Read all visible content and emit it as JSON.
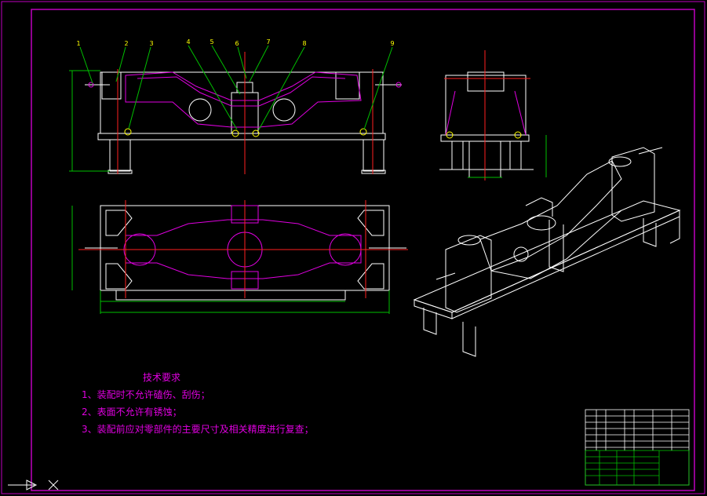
{
  "drawing": {
    "background": "#000000",
    "frame_color": "#c000c0",
    "line_color": "#ffffff",
    "part_color": "#e000e0",
    "dim_color": "#00c000",
    "center_color": "#ff2020",
    "callout_color": "#ffff00"
  },
  "callouts": [
    "1",
    "2",
    "3",
    "4",
    "5",
    "6",
    "7",
    "8",
    "9"
  ],
  "tech_requirements": {
    "title": "技术要求",
    "items": [
      "1、装配时不允许磕伤、刮伤；",
      "2、表面不允许有锈蚀；",
      "3、装配前应对零部件的主要尺寸及相关精度进行复查；"
    ]
  }
}
